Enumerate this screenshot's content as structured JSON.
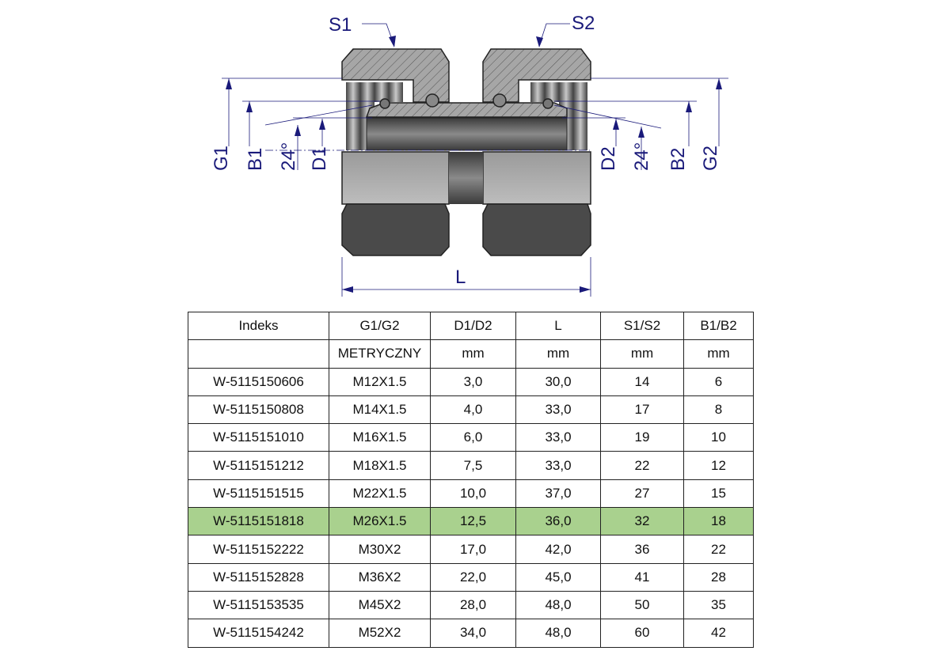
{
  "drawing": {
    "labels": {
      "S1": "S1",
      "S2": "S2",
      "G1": "G1",
      "B1": "B1",
      "angle1": "24°",
      "D1": "D1",
      "D2": "D2",
      "angle2": "24°",
      "B2": "B2",
      "G2": "G2",
      "L": "L"
    },
    "colors": {
      "dimension": "#1a1a7a",
      "body": "#4a4a4a",
      "section": "#8c8c8c",
      "highlight": "#a9d18e"
    }
  },
  "table": {
    "headers": [
      "Indeks",
      "G1/G2",
      "D1/D2",
      "L",
      "S1/S2",
      "B1/B2"
    ],
    "units": [
      "",
      "METRYCZNY",
      "mm",
      "mm",
      "mm",
      "mm"
    ],
    "highlighted_row": 5,
    "rows": [
      [
        "W-5115150606",
        "M12X1.5",
        "3,0",
        "30,0",
        "14",
        "6"
      ],
      [
        "W-5115150808",
        "M14X1.5",
        "4,0",
        "33,0",
        "17",
        "8"
      ],
      [
        "W-5115151010",
        "M16X1.5",
        "6,0",
        "33,0",
        "19",
        "10"
      ],
      [
        "W-5115151212",
        "M18X1.5",
        "7,5",
        "33,0",
        "22",
        "12"
      ],
      [
        "W-5115151515",
        "M22X1.5",
        "10,0",
        "37,0",
        "27",
        "15"
      ],
      [
        "W-5115151818",
        "M26X1.5",
        "12,5",
        "36,0",
        "32",
        "18"
      ],
      [
        "W-5115152222",
        "M30X2",
        "17,0",
        "42,0",
        "36",
        "22"
      ],
      [
        "W-5115152828",
        "M36X2",
        "22,0",
        "45,0",
        "41",
        "28"
      ],
      [
        "W-5115153535",
        "M45X2",
        "28,0",
        "48,0",
        "50",
        "35"
      ],
      [
        "W-5115154242",
        "M52X2",
        "34,0",
        "48,0",
        "60",
        "42"
      ]
    ]
  }
}
